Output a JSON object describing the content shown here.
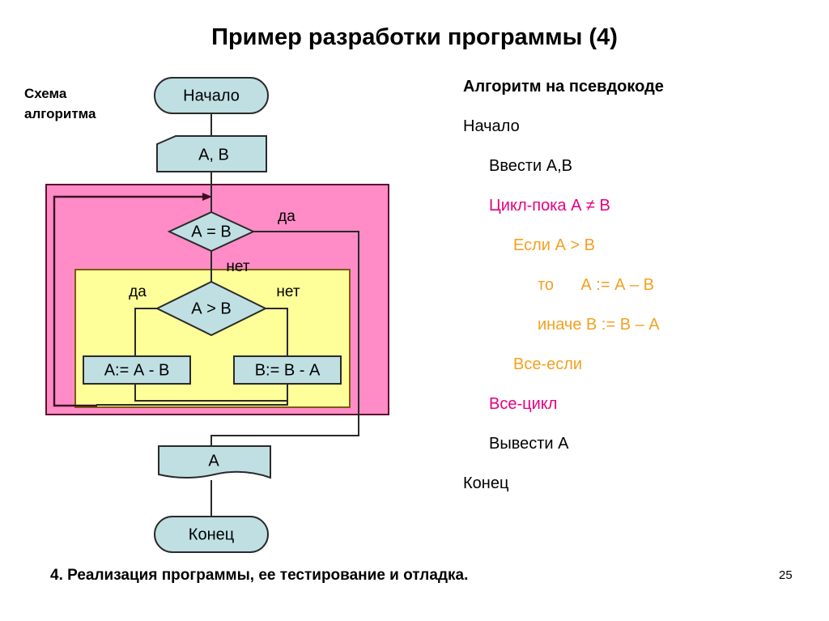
{
  "slide": {
    "title": "Пример разработки программы (4)",
    "footer_note": "4. Реализация программы, ее тестирование и отладка.",
    "page_number": "25"
  },
  "scheme": {
    "caption_line1": "Схема",
    "caption_line2": "алгоритма"
  },
  "colors": {
    "shape_fill": "#bfdfe3",
    "shape_stroke": "#2a2a2a",
    "loop_region_fill": "#ff8cc6",
    "loop_region_stroke": "#5c1030",
    "branch_region_fill": "#ffff99",
    "branch_region_stroke": "#7a5c12",
    "connector": "#2a2a2a",
    "loop_arrow": "#3d0c22",
    "magenta_text": "#e6007e",
    "orange_text": "#f5a020",
    "black_text": "#000000",
    "page_background": "#ffffff"
  },
  "flowchart": {
    "nodes": {
      "start": "Начало",
      "input": "А, В",
      "decision_equal": "А = В",
      "decision_greater": "А > В",
      "process_a": "А:= А - В",
      "process_b": "В:= В - А",
      "output": "А",
      "end": "Конец"
    },
    "branch_labels": {
      "equal_yes": "да",
      "equal_no": "нет",
      "greater_yes": "да",
      "greater_no": "нет"
    }
  },
  "pseudocode": {
    "heading": "Алгоритм на псевдокоде",
    "lines": [
      {
        "text": "Начало",
        "color": "black_text",
        "indent": 0
      },
      {
        "text": "Ввести А,В",
        "color": "black_text",
        "indent": 1
      },
      {
        "text": "Цикл-пока А ≠ В",
        "color": "magenta_text",
        "indent": 1
      },
      {
        "text": "Если А > В",
        "color": "orange_text",
        "indent": 2
      },
      {
        "text": "то      А := А – В",
        "color": "orange_text",
        "indent": 3
      },
      {
        "text": "иначе В := В – А",
        "color": "orange_text",
        "indent": 3
      },
      {
        "text": "Все-если",
        "color": "orange_text",
        "indent": 2
      },
      {
        "text": "Все-цикл",
        "color": "magenta_text",
        "indent": 1
      },
      {
        "text": "Вывести А",
        "color": "black_text",
        "indent": 1
      },
      {
        "text": "Конец",
        "color": "black_text",
        "indent": 0
      }
    ]
  }
}
